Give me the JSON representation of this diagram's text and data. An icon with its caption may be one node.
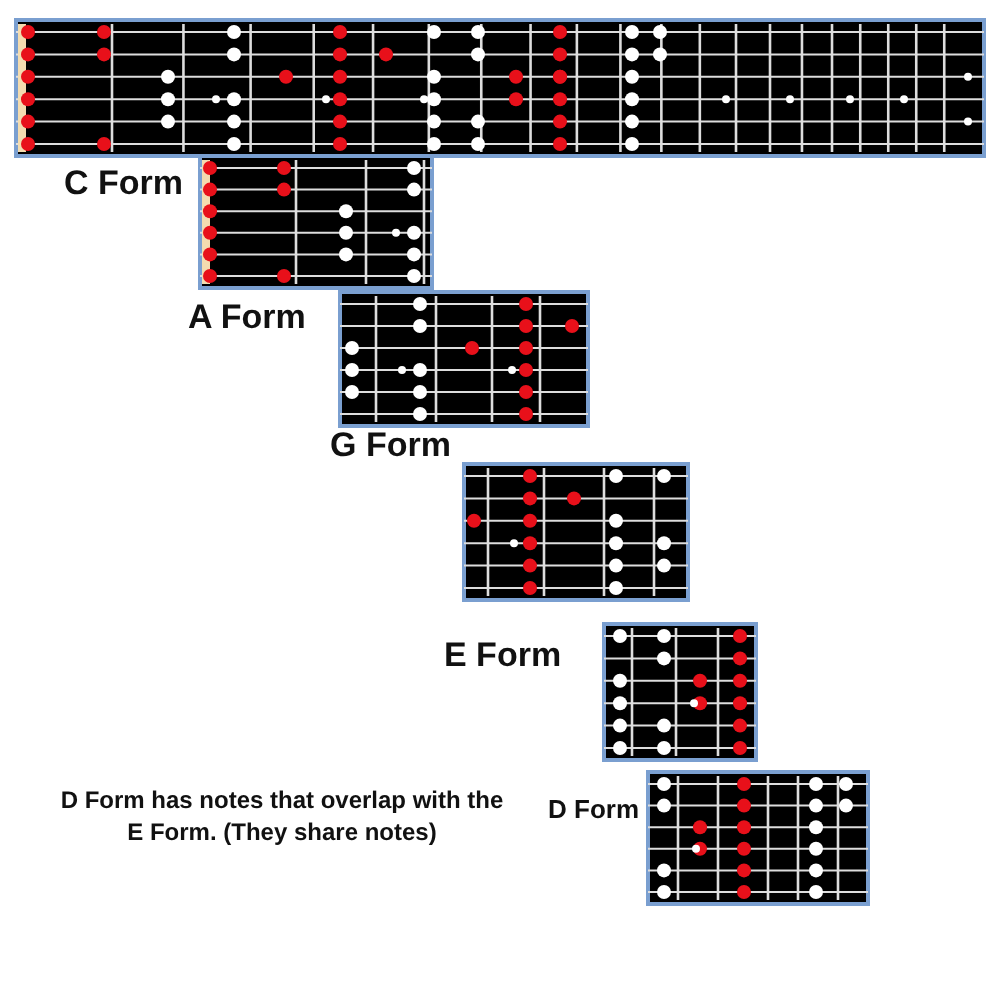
{
  "diagram": {
    "nodes": [
      {
        "text": [],
        "shape": "picture"
      },
      {
        "text": [
          "C Form"
        ]
      },
      {
        "text": [
          "A Form"
        ]
      },
      {
        "text": [
          "G Form"
        ]
      },
      {
        "text": [
          "E Form"
        ]
      },
      {
        "text": [
          "D Form"
        ]
      }
    ],
    "labels": [
      "D Form has notes that overlap with the E Form.  (They share notes)"
    ]
  }
}
